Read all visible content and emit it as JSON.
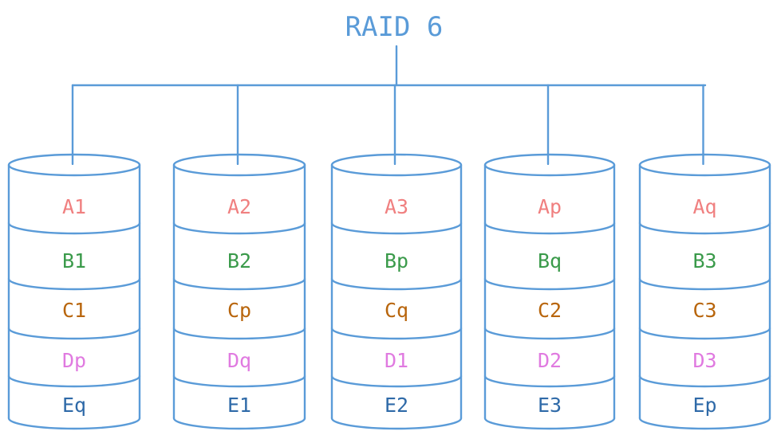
{
  "title": "RAID 6",
  "colors": {
    "line": "#5a9bd8",
    "title": "#5a9bd8",
    "row_A": "#f08080",
    "row_B": "#3a9a4a",
    "row_C": "#b8650c",
    "row_D": "#e07ae0",
    "row_E": "#2f6aa8"
  },
  "disks": [
    {
      "blocks": [
        "A1",
        "B1",
        "C1",
        "Dp",
        "Eq"
      ]
    },
    {
      "blocks": [
        "A2",
        "B2",
        "Cp",
        "Dq",
        "E1"
      ]
    },
    {
      "blocks": [
        "A3",
        "Bp",
        "Cq",
        "D1",
        "E2"
      ]
    },
    {
      "blocks": [
        "Ap",
        "Bq",
        "C2",
        "D2",
        "E3"
      ]
    },
    {
      "blocks": [
        "Aq",
        "B3",
        "C3",
        "D3",
        "Ep"
      ]
    }
  ]
}
